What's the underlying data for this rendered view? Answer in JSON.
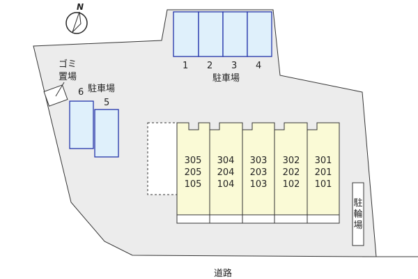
{
  "compass": {
    "label": "N"
  },
  "parking_main": {
    "label": "駐車場",
    "spaces": [
      "1",
      "2",
      "3",
      "4"
    ]
  },
  "parking_side": {
    "label": "駐車場",
    "spaces": [
      "6",
      "5"
    ]
  },
  "garbage": {
    "label_line1": "ゴミ",
    "label_line2": "置場"
  },
  "building": {
    "columns": [
      [
        "305",
        "205",
        "105"
      ],
      [
        "304",
        "204",
        "104"
      ],
      [
        "303",
        "203",
        "103"
      ],
      [
        "302",
        "202",
        "102"
      ],
      [
        "301",
        "201",
        "101"
      ]
    ]
  },
  "bicycle_parking": {
    "label": "駐輪場"
  },
  "road": {
    "label": "道路"
  },
  "colors": {
    "lot": "#ececec",
    "parking_fill": "#dff0fb",
    "parking_stroke": "#2233aa",
    "building_fill": "#fafad6",
    "outline": "#333333"
  }
}
